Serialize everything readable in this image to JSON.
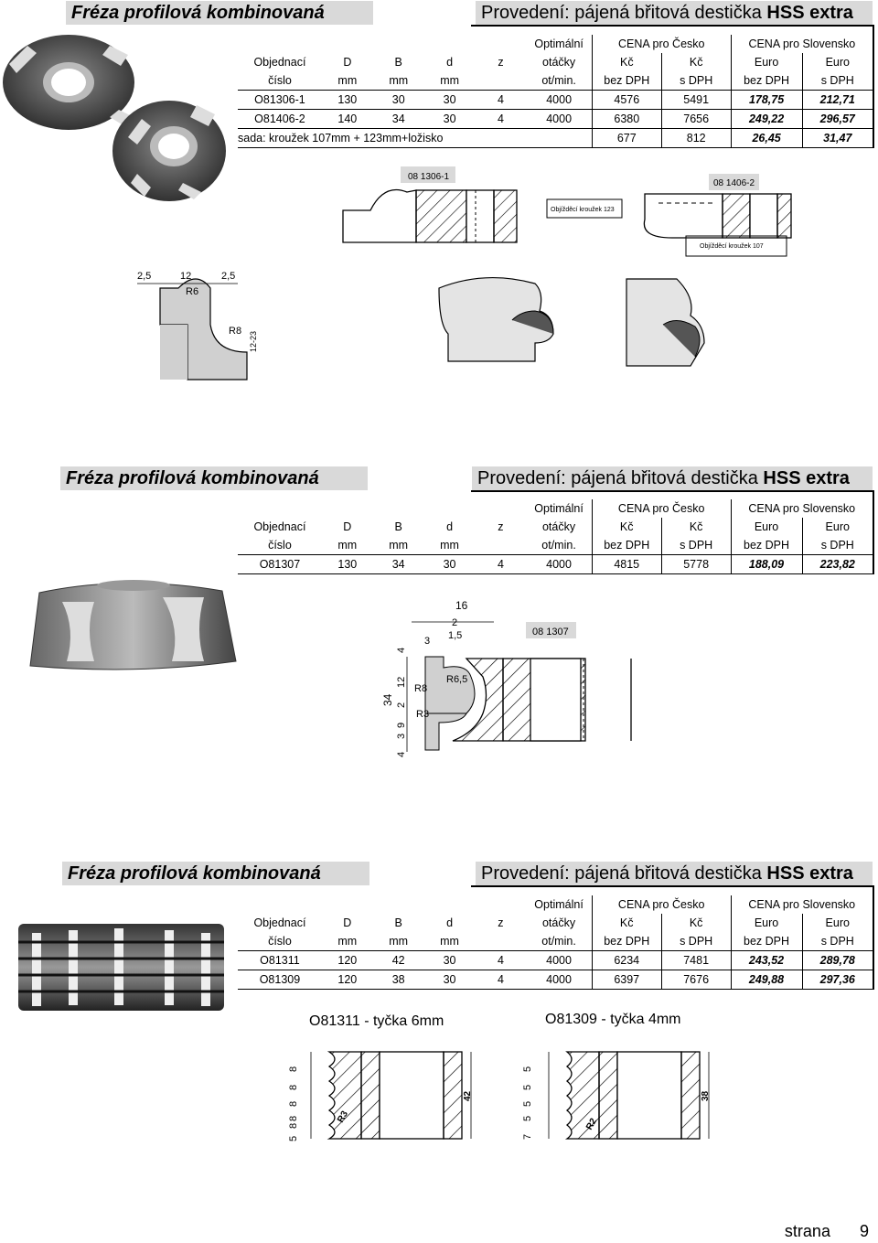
{
  "colors": {
    "header_bg": "#d9d9d9",
    "hatch": "#000000",
    "profile_fill": "#d0d0d0"
  },
  "table_columns": {
    "optimal_top": "Optimální",
    "cena_cz": "CENA pro Česko",
    "cena_sk": "CENA pro Slovensko",
    "h2": [
      "Objednací",
      "D",
      "B",
      "d",
      "z",
      "otáčky",
      "Kč",
      "Kč",
      "Euro",
      "Euro"
    ],
    "h3": [
      "číslo",
      "mm",
      "mm",
      "mm",
      "",
      "ot/min.",
      "bez DPH",
      "s DPH",
      "bez DPH",
      "s DPH"
    ]
  },
  "sections": [
    {
      "title": "Fréza profilová kombinovaná",
      "provedeni_prefix": "Provedení: pájená břitová destička ",
      "provedeni_bold": "HSS extra",
      "rows": [
        [
          "O81306-1",
          "130",
          "30",
          "30",
          "4",
          "4000",
          "4576",
          "5491",
          "178,75",
          "212,71"
        ],
        [
          "O81406-2",
          "140",
          "34",
          "30",
          "4",
          "4000",
          "6380",
          "7656",
          "249,22",
          "296,57"
        ]
      ],
      "set_row": {
        "label": "sada: kroužek 107mm + 123mm+ložisko",
        "vals": [
          "677",
          "812",
          "26,45",
          "31,47"
        ]
      },
      "drawing_labels": {
        "code1": "08 1306-1",
        "code2": "08 1406-2",
        "ring123": "Objížděcí kroužek 123",
        "ring107": "Objížděcí kroužek 107",
        "dims": [
          "2,5",
          "12",
          "2,5",
          "R6",
          "R8",
          "12-23"
        ]
      }
    },
    {
      "title": "Fréza profilová kombinovaná",
      "provedeni_prefix": "Provedení: pájená břitová destička ",
      "provedeni_bold": "HSS extra",
      "rows": [
        [
          "O81307",
          "130",
          "34",
          "30",
          "4",
          "4000",
          "4815",
          "5778",
          "188,09",
          "223,82"
        ]
      ],
      "drawing_labels": {
        "code": "08 1307",
        "dims": [
          "16",
          "2",
          "1,5",
          "3",
          "4",
          "12",
          "R8",
          "R6,5",
          "34",
          "2",
          "R3",
          "9",
          "3",
          "4"
        ]
      }
    },
    {
      "title": "Fréza profilová kombinovaná",
      "provedeni_prefix": "Provedení: pájená břitová destička ",
      "provedeni_bold": "HSS extra",
      "rows": [
        [
          "O81311",
          "120",
          "42",
          "30",
          "4",
          "4000",
          "6234",
          "7481",
          "243,52",
          "289,78"
        ],
        [
          "O81309",
          "120",
          "38",
          "30",
          "4",
          "4000",
          "6397",
          "7676",
          "249,88",
          "297,36"
        ]
      ],
      "drawing_labels": {
        "left_title": "O81311 - tyčka 6mm",
        "right_title": "O81309 - tyčka 4mm",
        "left_dims": [
          "8",
          "8",
          "8",
          "8",
          "8",
          "5"
        ],
        "left_r": "R3",
        "left_h": "42",
        "right_dims": [
          "5",
          "5",
          "5",
          "5",
          "7"
        ],
        "right_r": "R2",
        "right_h": "38"
      }
    }
  ],
  "footer": {
    "label": "strana",
    "page": "9"
  }
}
